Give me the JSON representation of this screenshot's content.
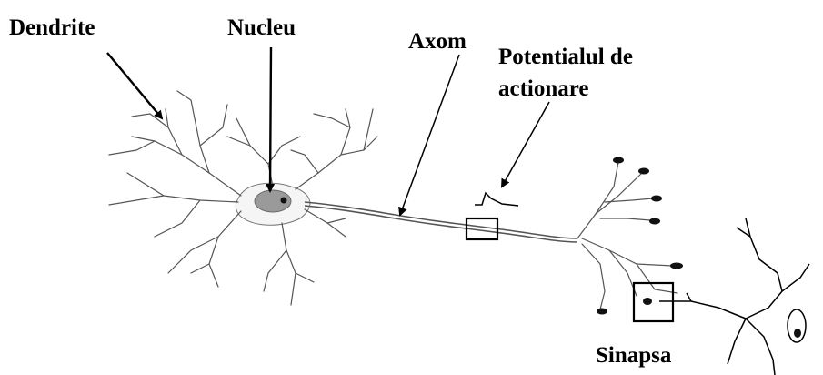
{
  "labels": {
    "dendrite": "Dendrite",
    "nucleus": "Nucleu",
    "axon": "Axom",
    "action_potential_line1": "Potentialul de",
    "action_potential_line2": "actionare",
    "synapse": "Sinapsa"
  }
}
